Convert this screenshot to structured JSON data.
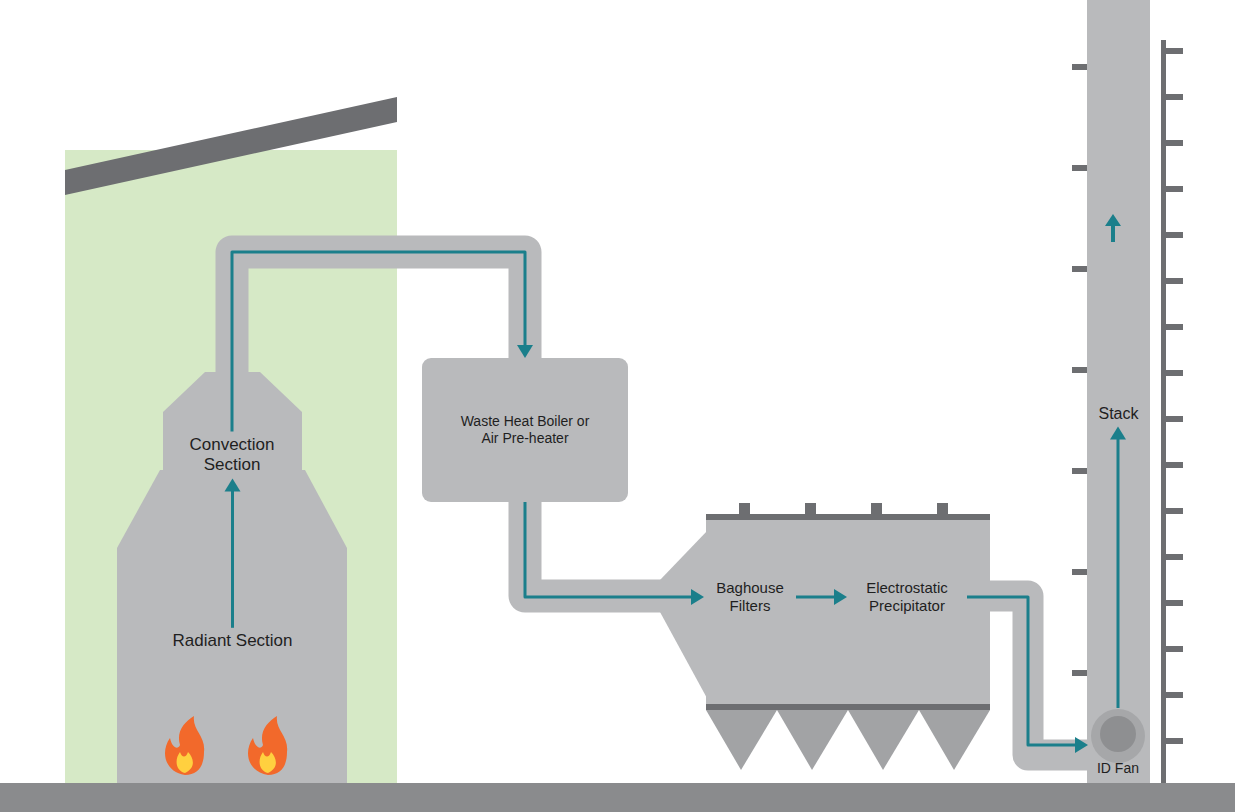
{
  "diagram": {
    "nodes": [
      {
        "text": [
          "Radiant Section"
        ]
      },
      {
        "text": [
          "Convection Section"
        ]
      },
      {
        "text": [
          "Waste Heat Boiler or Air Pre-heater"
        ]
      },
      {
        "text": [
          "Baghouse Filters"
        ]
      },
      {
        "text": [
          "Electrostatic Precipitator"
        ]
      },
      {
        "text": [
          "ID Fan"
        ]
      },
      {
        "text": [
          "Stack"
        ]
      }
    ],
    "edges": [
      {
        "from": 0,
        "to": 1,
        "arrow": "to"
      },
      {
        "from": 1,
        "to": 2,
        "arrow": "to"
      },
      {
        "from": 2,
        "to": 3,
        "arrow": "to"
      },
      {
        "from": 3,
        "to": 4,
        "arrow": "to"
      },
      {
        "from": 4,
        "to": 5,
        "arrow": "to"
      },
      {
        "from": 5,
        "to": 6,
        "arrow": "to"
      }
    ]
  }
}
